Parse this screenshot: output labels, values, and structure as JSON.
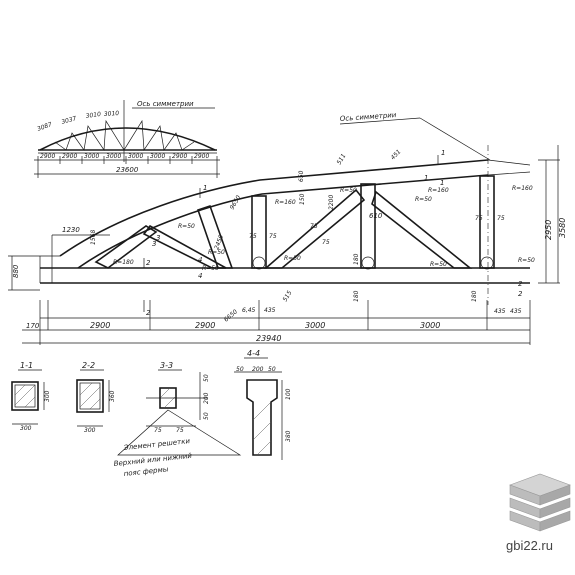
{
  "mini": {
    "axis_label": "Ось симметрии",
    "top_dims": [
      "3087",
      "3037",
      "3010",
      "3010"
    ],
    "bottom_dims": [
      "2900",
      "2900",
      "3000",
      "3000",
      "3000",
      "3000",
      "2900",
      "2900"
    ],
    "total": "23600"
  },
  "main": {
    "axis_label": "Ось симметрии",
    "bottom_dims": [
      "2900",
      "2900",
      "3000",
      "3000"
    ],
    "left_dim": "170",
    "right_dims": [
      "435",
      "435"
    ],
    "total": "23940",
    "height_left": "1230",
    "height_end": "880",
    "height_mid": "2950",
    "height_total": "3580",
    "labels": {
      "l_511": "511",
      "l_451": "451",
      "l_650": "650",
      "l_150": "150",
      "l_2200": "2200",
      "l_610": "610",
      "l_r50a": "R=50",
      "l_r160a": "R=160",
      "l_r160b": "R=160",
      "l_r160c": "R=160",
      "l_r180": "R=180",
      "l_r50b": "R=50",
      "l_r50c": "R=50",
      "l_r50d": "R=50",
      "l_r50e": "R=50",
      "l_r50f": "R=50",
      "l_r50g": "R=50",
      "l_r50h": "R=50",
      "l_1568": "1568",
      "l_75a": "75",
      "l_75b": "75",
      "l_75c": "75",
      "l_75d": "75",
      "l_75e": "75",
      "l_75f": "75",
      "l_180a": "180",
      "l_180b": "180",
      "l_180c": "180",
      "l_515": "515",
      "l_645": "6,45",
      "l_435": "435",
      "l_9650": "9650",
      "l_2450": "2450",
      "l_6650": "6650"
    }
  },
  "sections": {
    "s11": {
      "title": "1-1",
      "h": "300",
      "w": "300"
    },
    "s22": {
      "title": "2-2",
      "h": "360",
      "w": "300"
    },
    "s33": {
      "title": "3-3",
      "dims": [
        "50",
        "200",
        "50",
        "75",
        "75"
      ],
      "note1": "Элемент решетки",
      "note2": "Верхний или нижний",
      "note3": "пояс фермы"
    },
    "s44": {
      "title": "4-4",
      "top": [
        "50",
        "200",
        "50"
      ],
      "side": [
        "100",
        "380"
      ]
    }
  },
  "section_marks": [
    "1",
    "1",
    "2",
    "2",
    "1",
    "1",
    "2",
    "2",
    "4",
    "4",
    "3",
    "3"
  ],
  "brand": {
    "site": "gbi22.ru"
  }
}
